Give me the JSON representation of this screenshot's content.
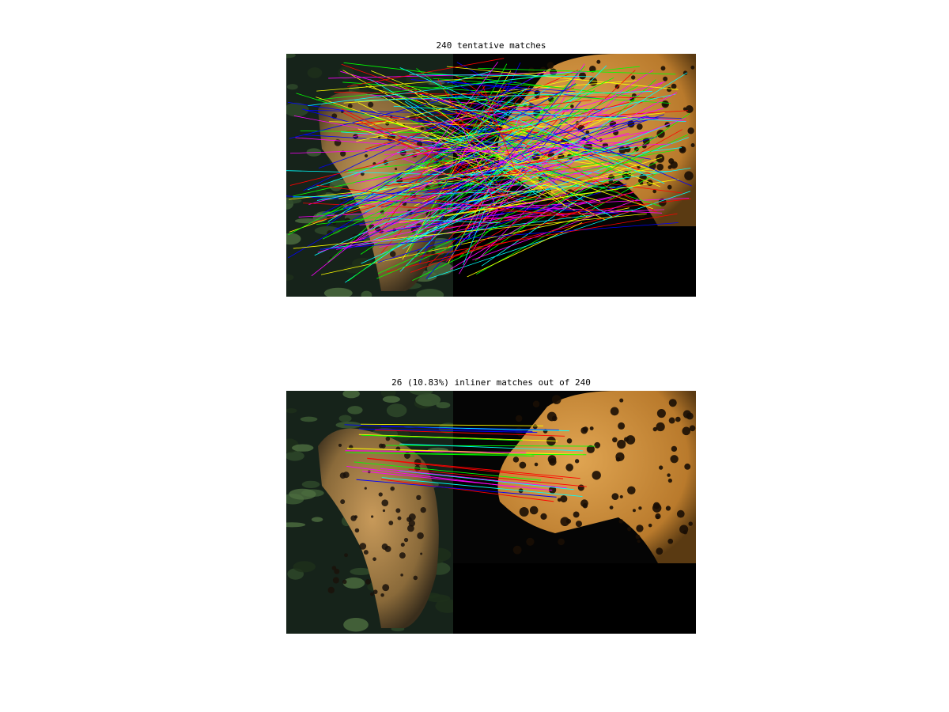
{
  "figure": {
    "top_panel": {
      "title": "240 tentative matches",
      "match_count": 240,
      "display": "colored lines connecting keypoints between the left and right images"
    },
    "bottom_panel": {
      "title": "26 (10.83%) inliner matches out of 240",
      "inlier_count": 26,
      "total_matches": 240,
      "inlier_percent": 10.83
    },
    "line_colors": [
      "#ff0000",
      "#00ff00",
      "#0000ff",
      "#00ffff",
      "#ff00ff",
      "#ffff00"
    ]
  }
}
